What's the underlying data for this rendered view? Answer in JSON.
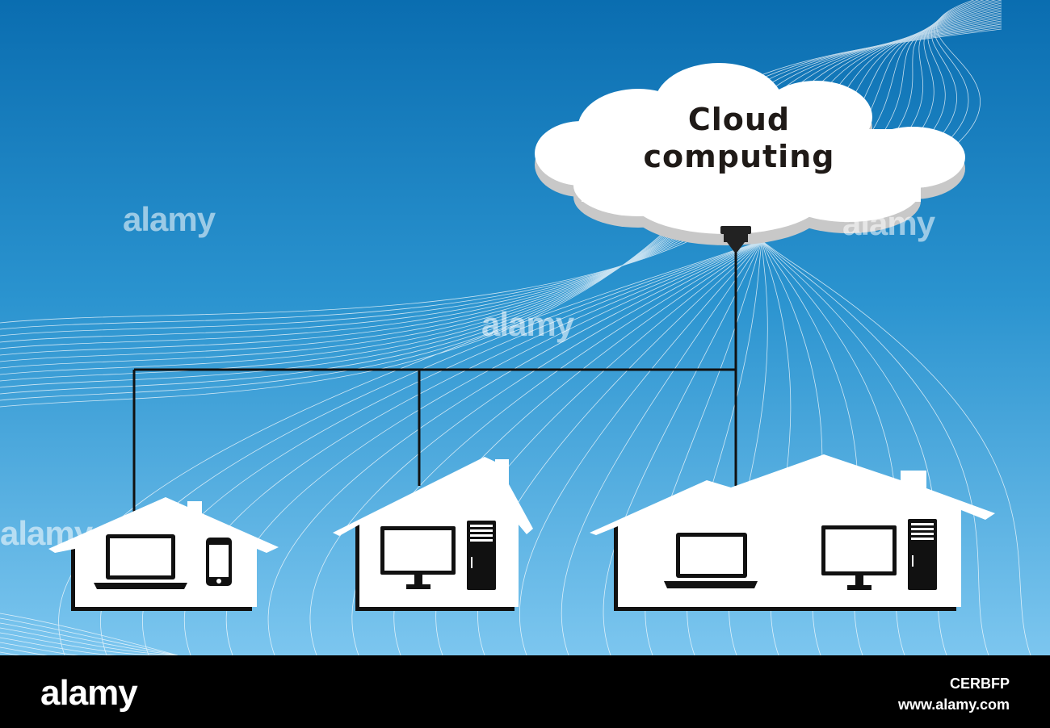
{
  "cloud": {
    "line1": "Cloud",
    "line2": "computing"
  },
  "watermark": "alamy",
  "footer": {
    "logo": "alamy",
    "image_id": "CERBFP",
    "url": "www.alamy.com"
  },
  "houses": [
    {
      "name": "small-house",
      "devices": [
        "laptop-icon",
        "smartphone-icon"
      ]
    },
    {
      "name": "medium-house",
      "devices": [
        "monitor-icon",
        "desktop-tower-icon"
      ]
    },
    {
      "name": "large-house",
      "devices": [
        "laptop-icon",
        "monitor-icon",
        "desktop-tower-icon"
      ]
    }
  ],
  "colors": {
    "sky_top": "#0a6eb0",
    "sky_bottom": "#7cc4ee",
    "cloud": "#ffffff",
    "cloud_shadow": "#c9c9c9",
    "line": "#111111"
  }
}
